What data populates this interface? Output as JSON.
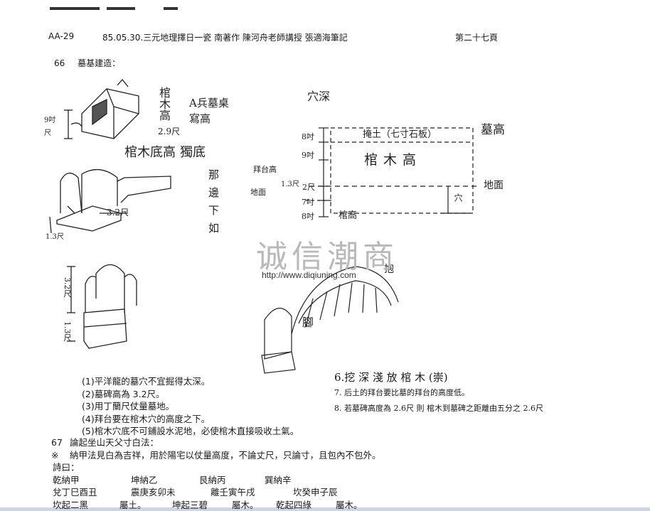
{
  "header": {
    "page_id": "AA-29",
    "title_line": "85.05.30.三元地理擇日一瓷  南著作  陳河舟老師講授  張適海筆記",
    "page_number": "第二十七頁"
  },
  "section": {
    "number": "66",
    "title": "墓基建造："
  },
  "sketch_labels": {
    "coffin_height": "棺木高",
    "coffin_height_value": "2.9尺",
    "a_label": "A兵墓桌",
    "a_label2": "寫高",
    "coffin_bottom": "棺木底高",
    "tilt": "獨底",
    "pit_depth": "穴深",
    "fill_soil": "掩土（七寸石板）",
    "grave_height": "墓高",
    "coffin_wood_height": "棺木高",
    "ground": "地面",
    "ground2": "地面",
    "platform": "拜台高",
    "hole": "穴",
    "floor_height": "棺高",
    "dim_8a": "8吋",
    "dim_9": "9吋",
    "dim_13": "1.3尺",
    "dim_2": "2尺",
    "dim_7": "7吋",
    "dim_8b": "8吋",
    "dim_32": "3.2尺",
    "dim_13b": "1.3尺",
    "dim_32v": "3.2尺",
    "dim_13c": "1.3尺",
    "dim_99": "9吋",
    "dim_side": "尺",
    "vertical_note": "那邊下如",
    "bao": "抱",
    "ji": "腳"
  },
  "numbered_list": [
    "(1)平洋龍的墓穴不宜掘得太深。",
    "(2)墓碑高為 3.2尺。",
    "(3)用丁蘭尺仗量墓地。",
    "(4)拜台要在棺木穴的高度之下。",
    "(5)棺木穴底不可鋪設水泥地，必使棺木直接吸收土氣。"
  ],
  "right_notes": [
    "6.挖 深 淺 放 棺 木 (崇)",
    "7. 后土的拜台要比墓的拜台的高度低。",
    "8. 若墓碑高度為 2.6尺 則 棺木到墓碑之距離由五分之 2.6尺"
  ],
  "section67": {
    "number": "67",
    "title": "論起坐山天父寸白法：",
    "note_mark": "※",
    "line1": "納甲法見白為吉祥，用於陽宅以仗量高度，不論丈尺，只論寸，且包內不包外。",
    "poem_label": "詩曰：",
    "row1": [
      "乾納甲",
      "坤納乙",
      "艮納丙",
      "巽納辛"
    ],
    "row2": [
      "兌丁巳酉丑",
      "震庚亥卯未",
      "離壬寅午戌",
      "坎癸申子辰"
    ],
    "row3": [
      "坎起二黑",
      "屬土。",
      "坤起三碧",
      "屬木。",
      "乾起四綠",
      "屬木。"
    ]
  },
  "watermark": {
    "text": "诚信潮商",
    "url": "http://www.diqiuning.com"
  }
}
